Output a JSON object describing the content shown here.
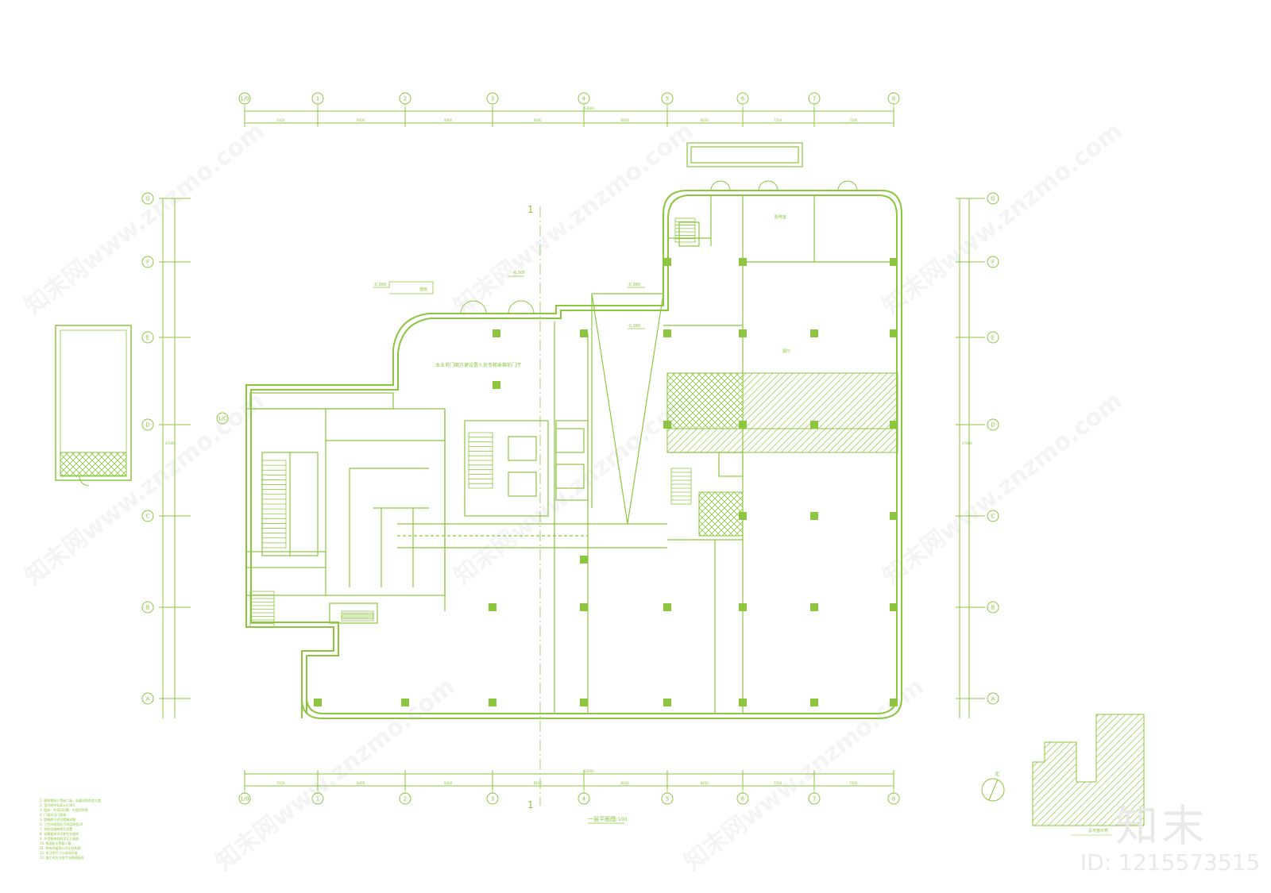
{
  "colors": {
    "line": "#8cc63f",
    "fill": "#8cc63f",
    "watermark": "#e9e9e9"
  },
  "grid": {
    "top_labels": [
      "1/0",
      "1",
      "2",
      "3",
      "4",
      "5",
      "6",
      "7",
      "8"
    ],
    "bottom_labels": [
      "1/0",
      "1",
      "2",
      "3",
      "4",
      "5",
      "6",
      "7",
      "8"
    ],
    "side_labels": [
      "G",
      "F",
      "E",
      "D",
      "C",
      "B",
      "A"
    ],
    "left_extra_label": "1/C",
    "top_dims": [
      "7050",
      "8400",
      "8400",
      "8400",
      "8400",
      "8400",
      "7500",
      "7500"
    ],
    "top_total": "53600",
    "bottom_dims": [
      "7050",
      "8400",
      "8400",
      "8400",
      "8400",
      "8400",
      "7500",
      "7500"
    ],
    "bottom_total": "53600",
    "side_total": "47000"
  },
  "section_mark": {
    "top": "1",
    "bottom": "1"
  },
  "annotations": {
    "lobby_note": "本业务门面方便设置人员专梯乘梯前门厅",
    "elev_nw": "-0.300",
    "elev_door": "-0.300",
    "elev_corr": "-0.300",
    "elev_e": "-0.300",
    "small_room": "值班",
    "room_e": "展厅",
    "room_ne": "配电室"
  },
  "plan_title": "一层平面图",
  "plan_scale": "1:100",
  "north": "北",
  "notes": [
    "1. 建筑物耐火等级二级，抗震设防烈度七度",
    "2. 室内地坪标高±0.000",
    "3. 墙体：外墙200厚，内墙100厚",
    "4. 门窗详见门窗表",
    "5. 楼梯做法详见楼梯详图",
    "6. 卫生间地面低于同层地面20",
    "7. 消防设施按规范设置",
    "8. 设备管线详见各专业图纸",
    "9. 外墙装饰材料详见立面图",
    "10. 屋面防水等级二级",
    "11. 所有预留洞口详见结构图",
    "12. 未注明尺寸以现场为准",
    "13. 施工时应与各专业图纸配合"
  ],
  "key_plan_caption": "总平面示意",
  "watermark": {
    "logo": "知末",
    "id": "ID: 1215573515",
    "diag_text": "知末网www.znzmo.com"
  }
}
